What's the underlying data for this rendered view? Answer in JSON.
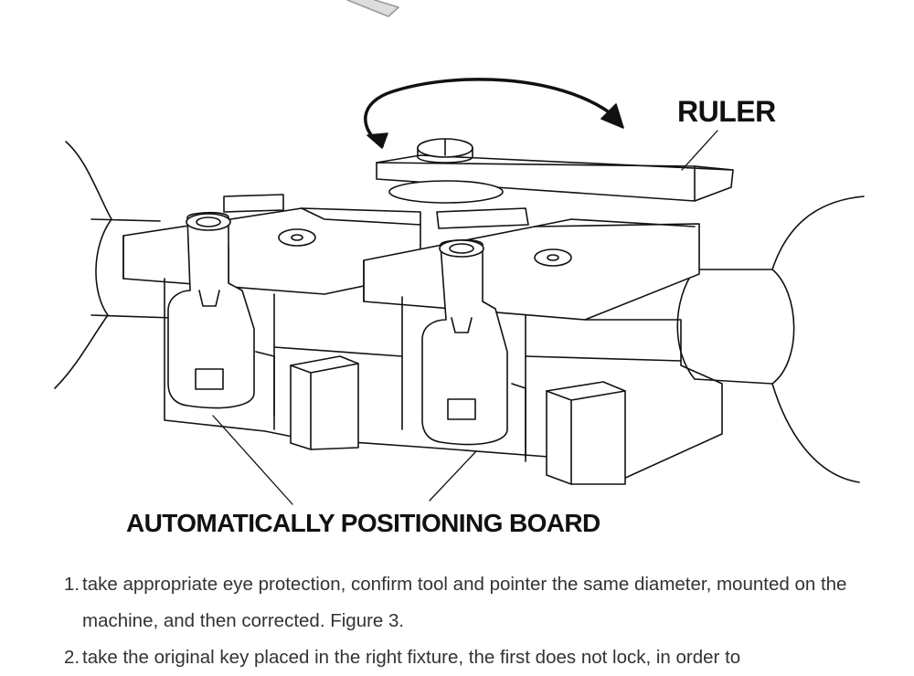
{
  "labels": {
    "ruler": "RULER",
    "positioning_board": "AUTOMATICALLY POSITIONING BOARD"
  },
  "instructions": [
    {
      "number": "1.",
      "text": "take appropriate eye protection, confirm tool and pointer the same diameter, mounted on the machine, and then corrected. Figure 3."
    },
    {
      "number": "2.",
      "text": "take the original key placed in the right fixture, the first does not lock, in order to"
    }
  ],
  "colors": {
    "line": "#111111",
    "background": "#ffffff",
    "text": "#333333"
  }
}
